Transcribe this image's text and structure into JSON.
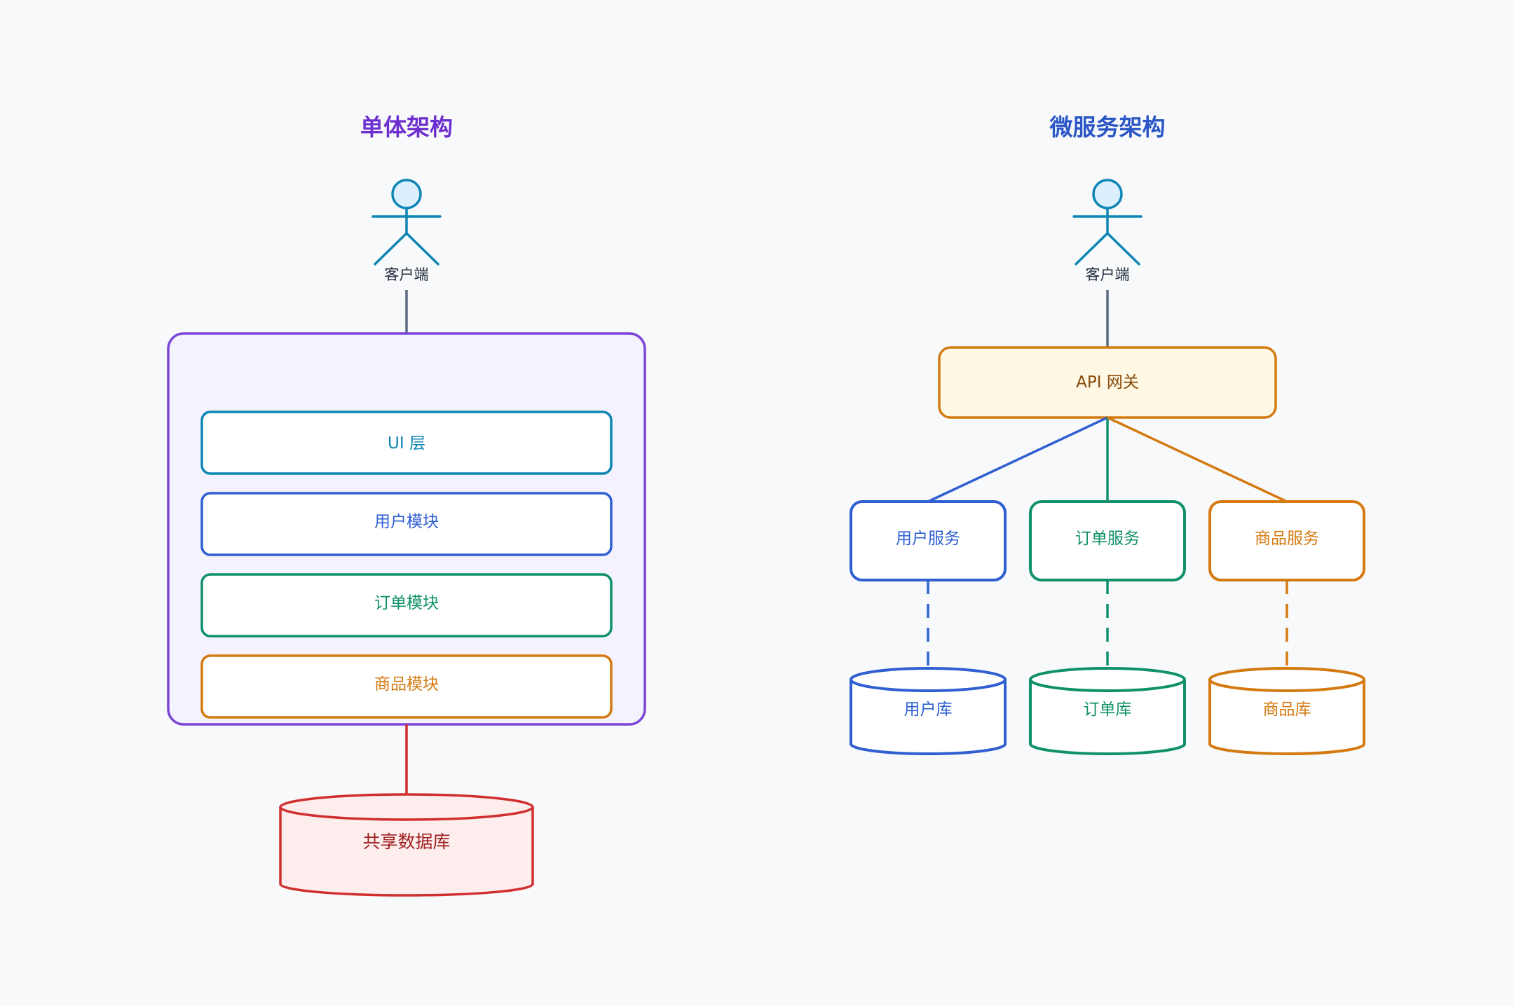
{
  "monolith": {
    "title": "单体架构",
    "client": "客户端",
    "modules": [
      {
        "label": "UI 层",
        "color": "#0e86b4"
      },
      {
        "label": "用户模块",
        "color": "#2f5fd0"
      },
      {
        "label": "订单模块",
        "color": "#10916a"
      },
      {
        "label": "商品模块",
        "color": "#d47a10"
      }
    ],
    "database": "共享数据库"
  },
  "microservices": {
    "title": "微服务架构",
    "client": "客户端",
    "gateway": "API 网关",
    "services": [
      {
        "label": "用户服务",
        "color": "#2f5fd0"
      },
      {
        "label": "订单服务",
        "color": "#10916a"
      },
      {
        "label": "商品服务",
        "color": "#d47a10"
      }
    ],
    "databases": [
      {
        "label": "用户库",
        "color": "#2f5fd0"
      },
      {
        "label": "订单库",
        "color": "#10916a"
      },
      {
        "label": "商品库",
        "color": "#d47a10"
      }
    ]
  },
  "colors": {
    "monolith_title": "#6d2fd0",
    "micro_title": "#2a56c6",
    "monolith_frame": "#7b45d6",
    "actor": "#0e86b4",
    "connector": "#5b6b80",
    "gateway": "#d47a10",
    "database_red": "#d12f2f"
  }
}
